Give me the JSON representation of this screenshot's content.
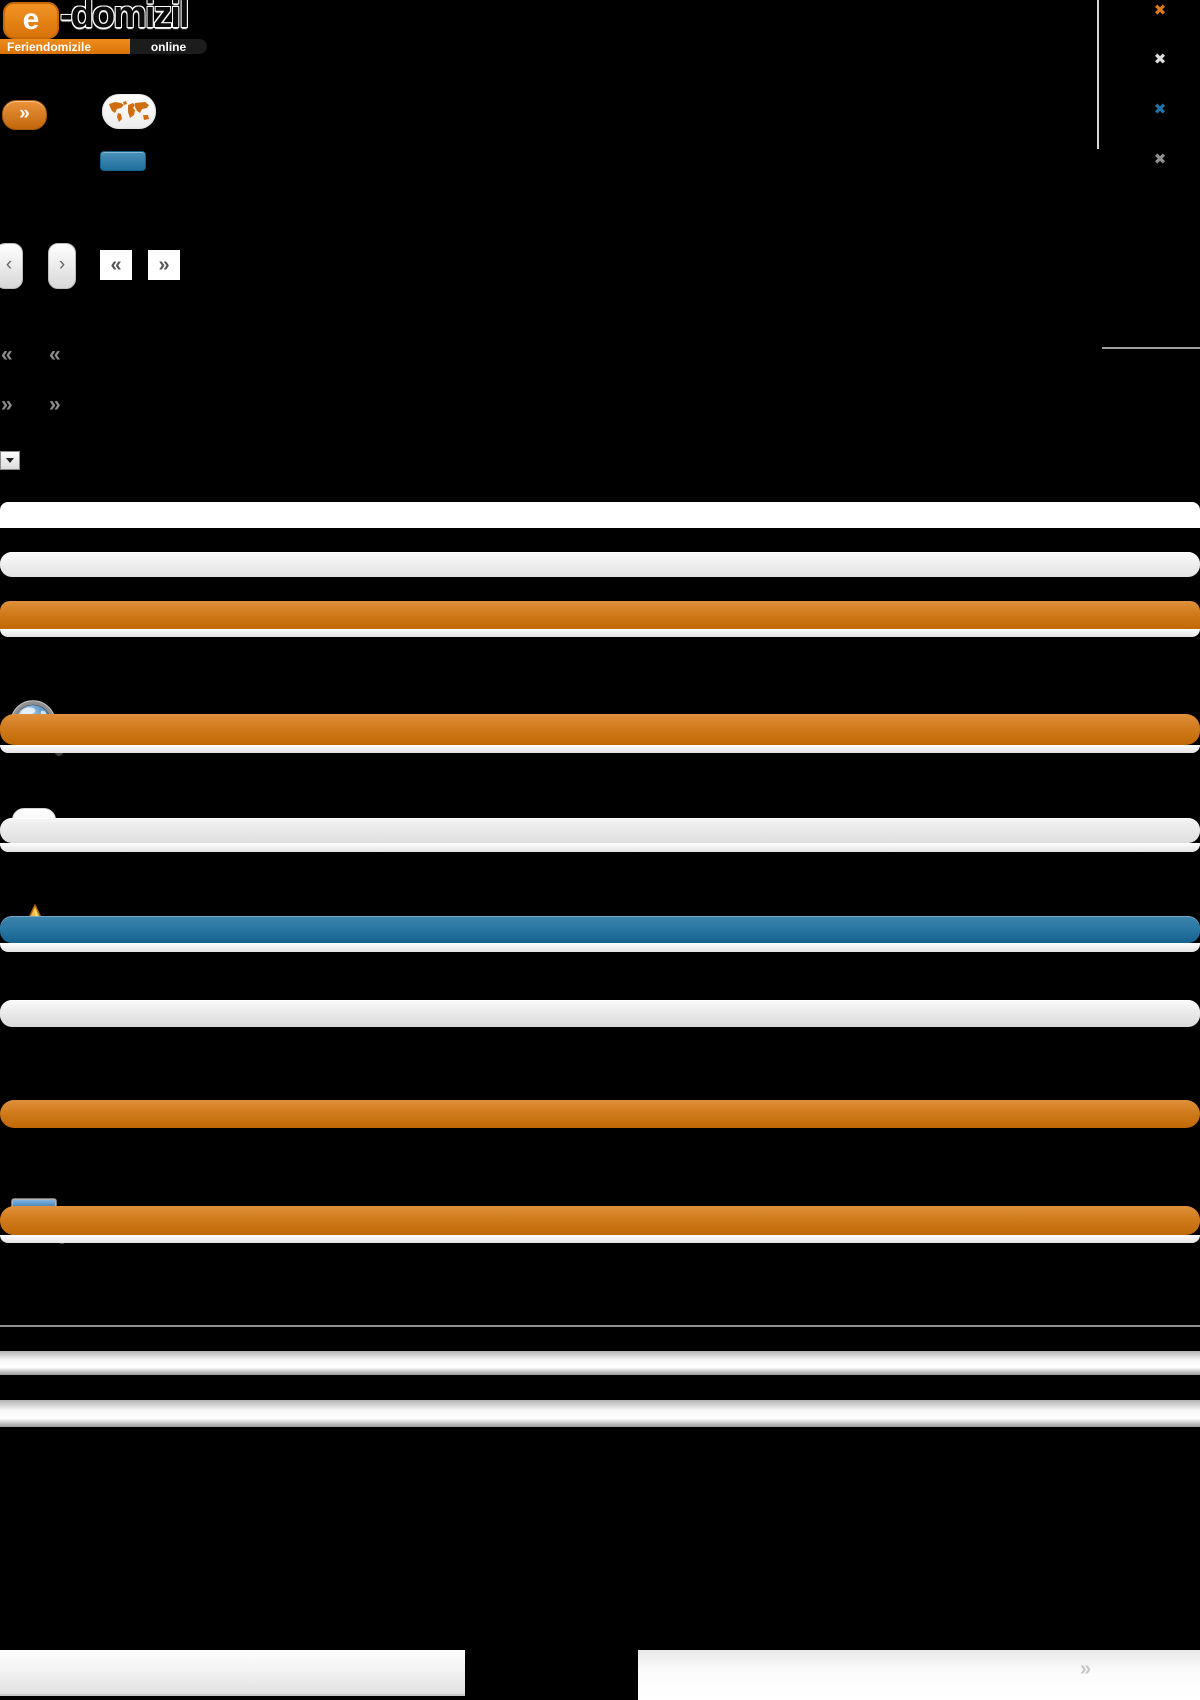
{
  "colors": {
    "background": "#000000",
    "accent_orange": "#d07c1d",
    "accent_blue": "#27739f",
    "bar_gray": "#e8e8e8"
  },
  "logo": {
    "e_badge": "e",
    "wordmark": "-domizil",
    "tagline_left": "Feriendomizile",
    "tagline_right": "online"
  },
  "top_controls": {
    "expand_button_label": "»",
    "map_button": "world-map",
    "blue_button": ""
  },
  "pager": {
    "prev": "‹",
    "next": "›",
    "first": "«",
    "last": "»"
  },
  "collapse_controls": {
    "left_top_a": "«",
    "left_top_b": "«",
    "left_bottom_a": "»",
    "left_bottom_b": "»"
  },
  "dropdown": {
    "selected_value": ""
  },
  "close_buttons": {
    "orange": {
      "glyph": "✖",
      "color": "#dd7b1f"
    },
    "white": {
      "glyph": "✖",
      "color": "#dcdcdc"
    },
    "blue": {
      "glyph": "✖",
      "color": "#2372a7"
    },
    "gray": {
      "glyph": "✖",
      "color": "#909090"
    }
  },
  "icons": {
    "globe_search": "globe-magnifier",
    "thumbs_up": "thumbs-up",
    "star": "star",
    "calendar_search": "calendar-magnifier"
  },
  "footer": {
    "more_label": "»"
  }
}
